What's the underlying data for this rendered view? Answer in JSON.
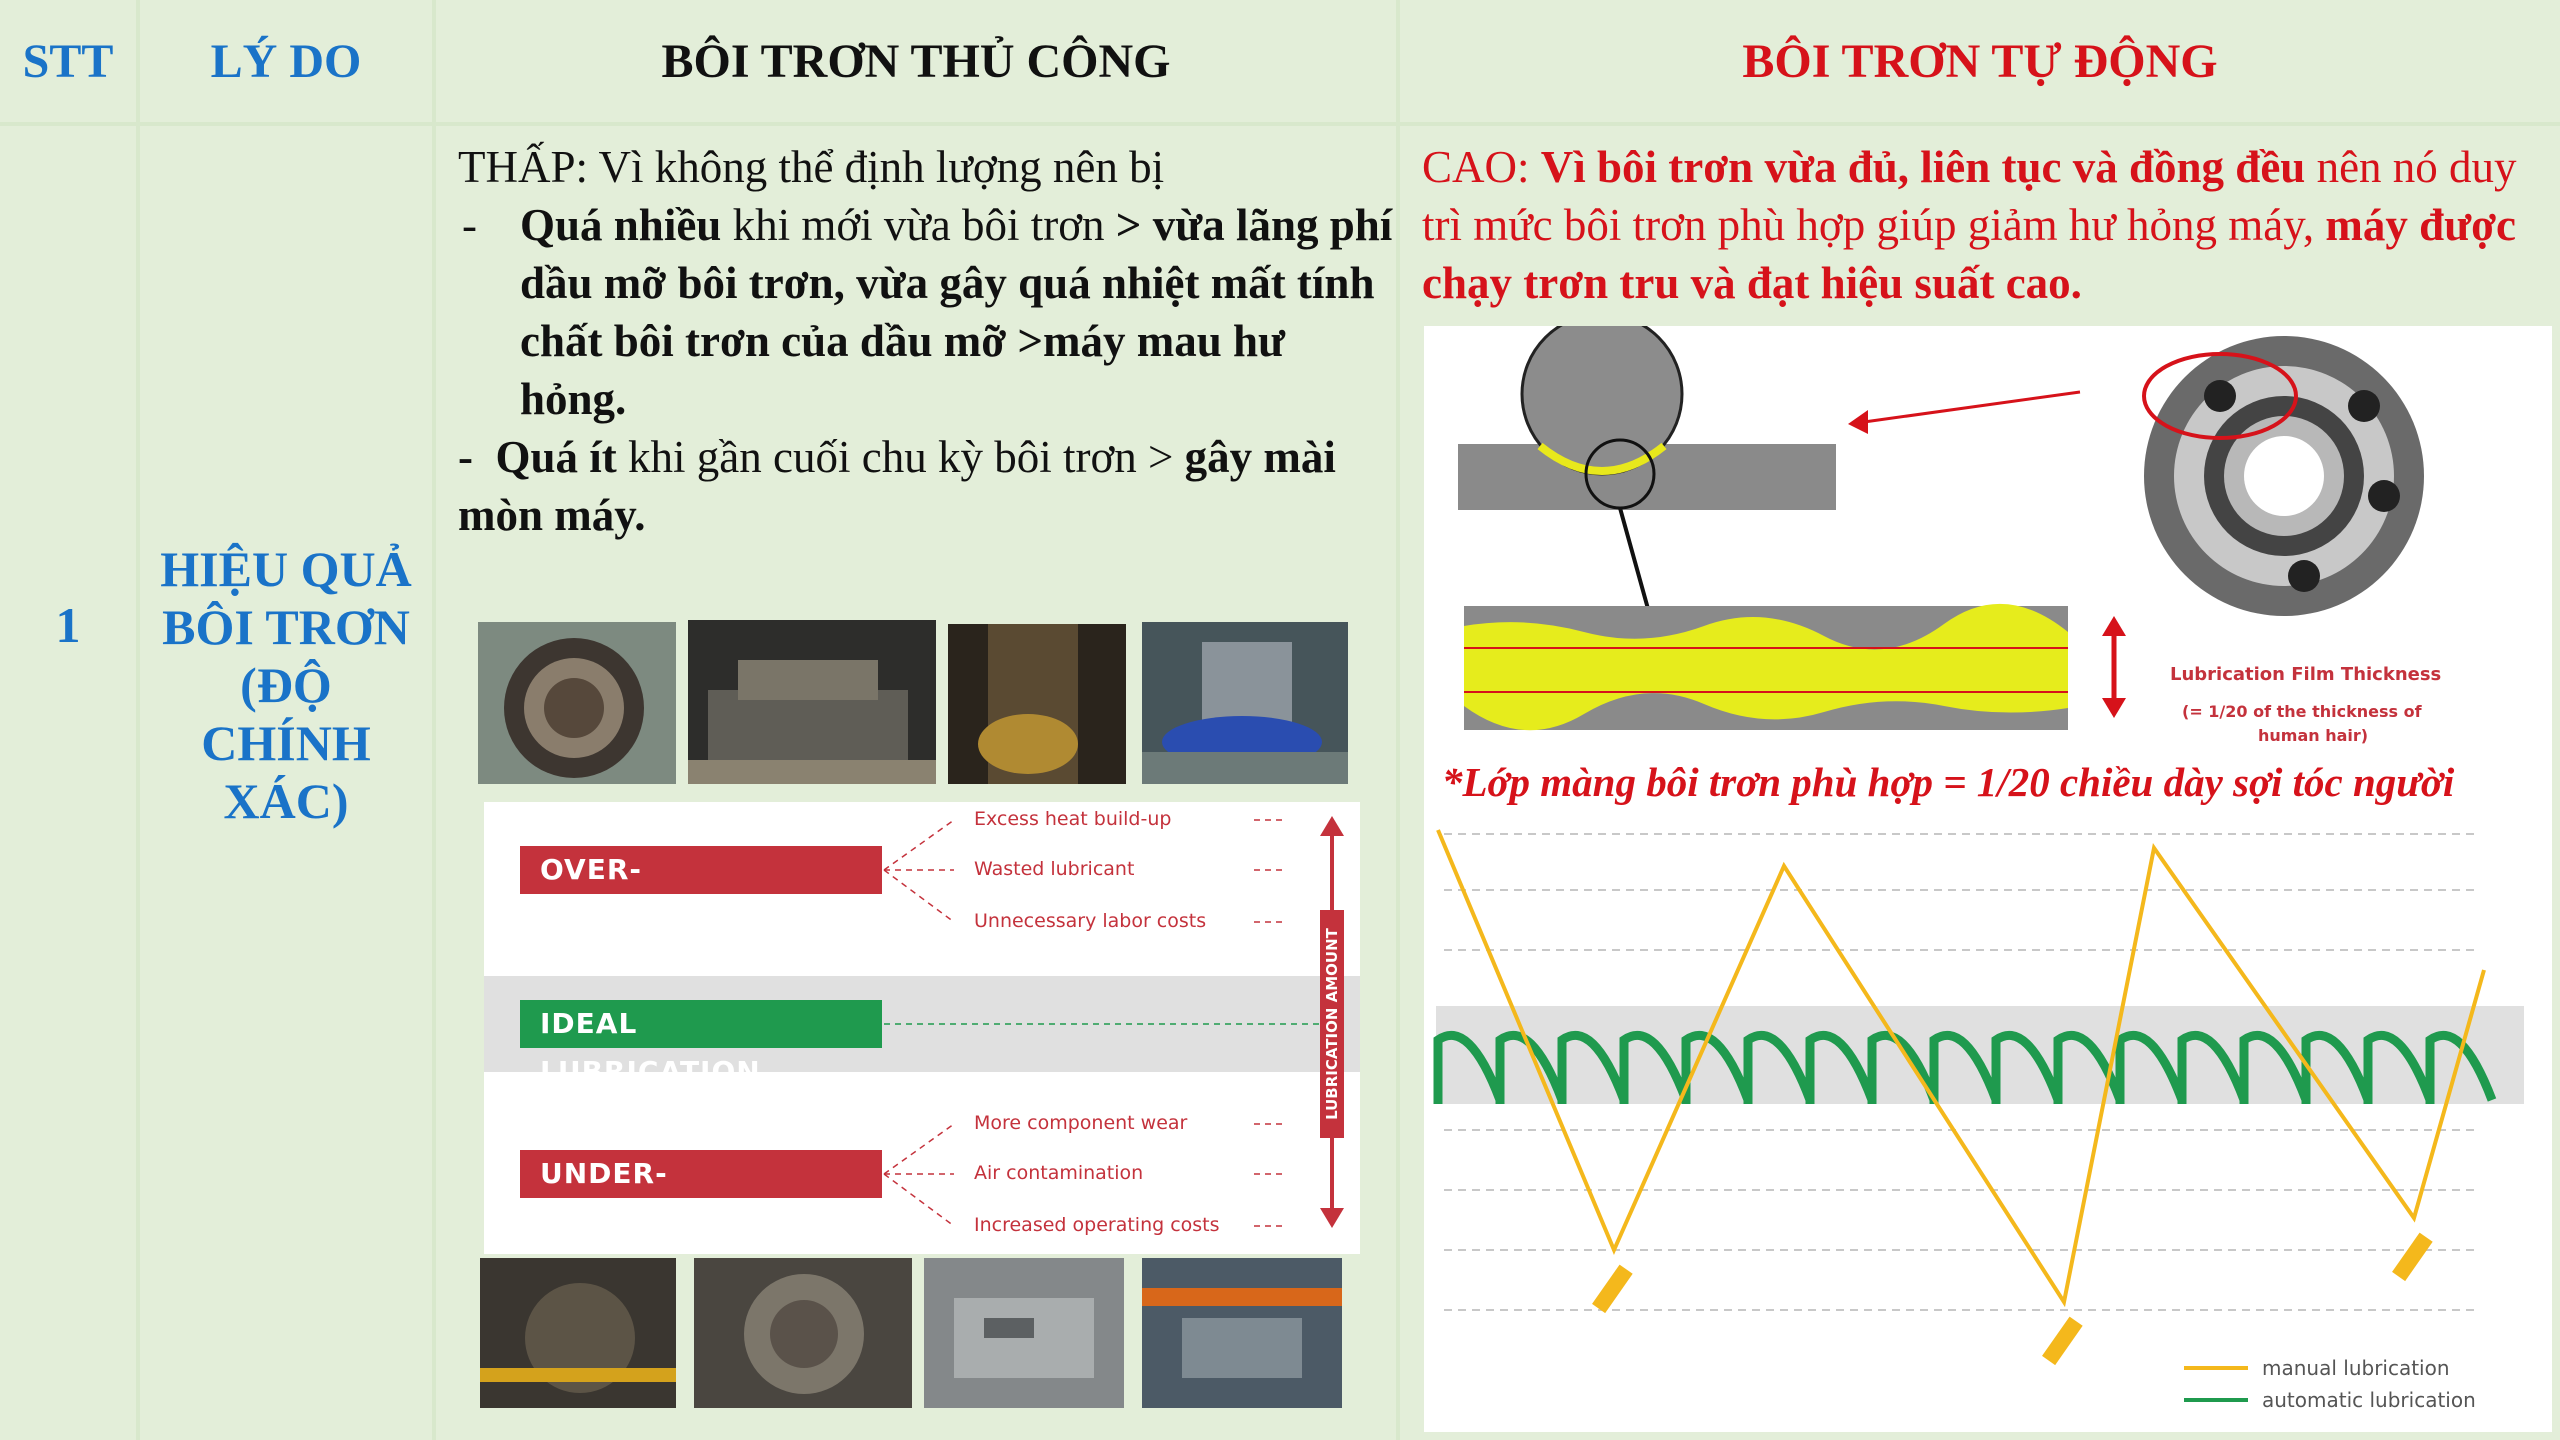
{
  "header": {
    "stt": "STT",
    "reason": "LÝ DO",
    "manual": "BÔI TRƠN THỦ CÔNG",
    "auto": "BÔI TRƠN TỰ ĐỘNG"
  },
  "row": {
    "number": "1",
    "reason_lines": [
      "HIỆU QUẢ",
      "BÔI TRƠN",
      "(ĐỘ",
      "CHÍNH",
      "XÁC)"
    ],
    "manual_text": {
      "intro": "THẤP: Vì không thể định lượng nên bị",
      "bullet1_dash": "-",
      "bullet1_bold": "Quá nhiều",
      "bullet1_normal": " khi mới vừa bôi trơn ",
      "bullet1_bold2": "> vừa lãng phí dầu mỡ bôi trơn, vừa gây quá nhiệt mất tính chất bôi trơn của dầu mỡ >máy mau hư hỏng.",
      "bullet2_dash": "-",
      "bullet2_bold": "Quá ít",
      "bullet2_normal": " khi gần cuối chu kỳ bôi trơn > ",
      "bullet2_bold2": "gây mài mòn máy."
    },
    "auto_text": {
      "prefix": "CAO: ",
      "bold_red": "Vì bôi trơn vừa đủ, liên tục và đồng đều",
      "normal_red": " nên nó duy trì mức bôi trơn phù hợp giúp giảm hư hỏng máy, ",
      "bold_red2": "máy được chạy trơn tru và đạt hiệu suất cao."
    },
    "note": "*Lớp màng bôi trơn phù hợp = 1/20 chiều dày sợi tóc người"
  },
  "lubrication_diagram": {
    "over_label": "OVER-LUBRICATION",
    "over_items": [
      "Excess heat build-up",
      "Wasted lubricant",
      "Unnecessary labor costs"
    ],
    "ideal_label": "IDEAL LUBRICATION",
    "under_label": "UNDER-LUBRICATION",
    "under_items": [
      "More component wear",
      "Air contamination",
      "Increased operating costs"
    ],
    "axis_label": "LUBRICATION AMOUNT",
    "colors": {
      "red": "#c4323c",
      "green": "#1f9a4e",
      "band": "#e0e0e0"
    }
  },
  "film_diagram": {
    "label": "Lubrication Film Thickness",
    "sublabel_1": "(= 1/20 of the thickness of",
    "sublabel_2": "human hair)"
  },
  "chart_data": {
    "type": "line",
    "series": [
      {
        "name": "manual lubrication",
        "color": "#f4b81c"
      },
      {
        "name": "automatic lubrication",
        "color": "#1f9a4e"
      }
    ],
    "grid": true,
    "legend": "bottom-right"
  },
  "colors": {
    "header_blue": "#1a73c8",
    "header_red": "#d6121a",
    "cell_bg": "#e3eed9",
    "grid_line": "#ffffff"
  }
}
